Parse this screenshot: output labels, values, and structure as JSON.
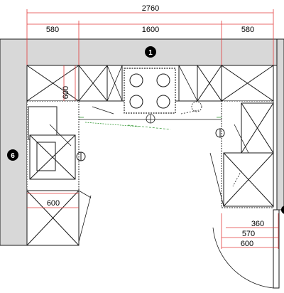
{
  "dimensions": {
    "total_width": "2760",
    "left_run": "580",
    "center_run": "1600",
    "right_run": "580",
    "depth_vertical": "600",
    "left_bottom_width": "600",
    "door_a": "360",
    "door_b": "570",
    "door_c": "600"
  },
  "markers": {
    "top_wall": "1",
    "left_wall": "6"
  },
  "colors": {
    "wall_fill": "#d8d8d8",
    "line": "#1a1a1a",
    "dimension_line": "#e23b3b",
    "marker_fill": "#000000",
    "accent_green": "#3a9b3a"
  }
}
